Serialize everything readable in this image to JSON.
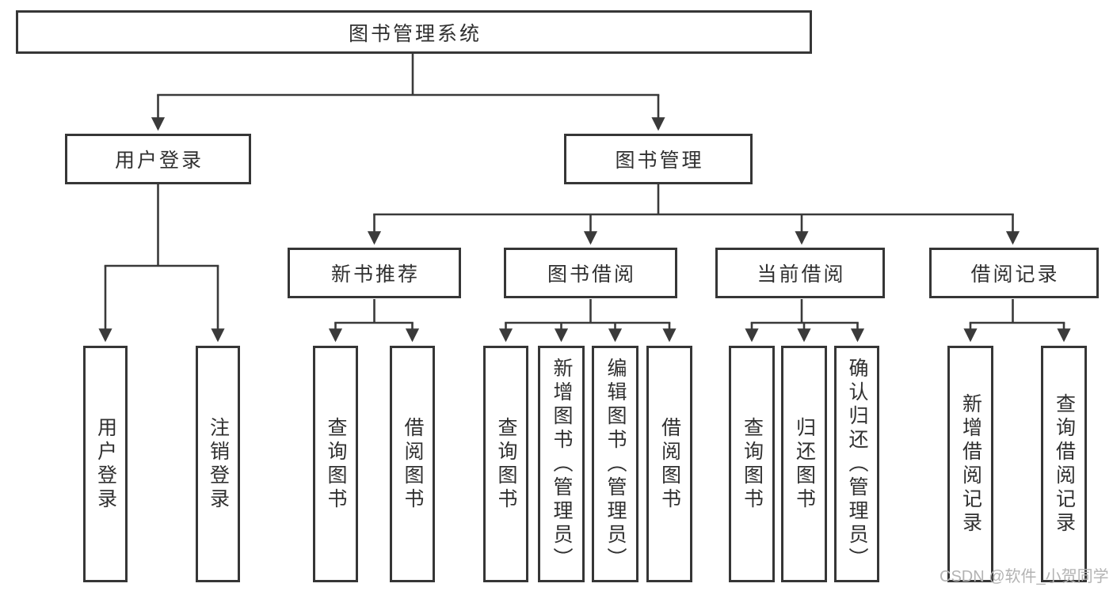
{
  "diagram": {
    "root": {
      "label": "图书管理系统"
    },
    "level1": [
      {
        "id": "user-login",
        "label": "用户登录"
      },
      {
        "id": "book-management",
        "label": "图书管理"
      }
    ],
    "level2": [
      {
        "id": "new-book-recommend",
        "label": "新书推荐",
        "parent": "图书管理"
      },
      {
        "id": "book-borrow",
        "label": "图书借阅",
        "parent": "图书管理"
      },
      {
        "id": "current-borrow",
        "label": "当前借阅",
        "parent": "图书管理"
      },
      {
        "id": "borrow-record",
        "label": "借阅记录",
        "parent": "图书管理"
      }
    ],
    "leaves": [
      {
        "label": "用户登录",
        "parent": "用户登录"
      },
      {
        "label": "注销登录",
        "parent": "用户登录"
      },
      {
        "label": "查询图书",
        "parent": "新书推荐"
      },
      {
        "label": "借阅图书",
        "parent": "新书推荐"
      },
      {
        "label": "查询图书",
        "parent": "图书借阅"
      },
      {
        "label": "新增图书（管理员）",
        "parent": "图书借阅"
      },
      {
        "label": "编辑图书（管理员）",
        "parent": "图书借阅"
      },
      {
        "label": "借阅图书",
        "parent": "图书借阅"
      },
      {
        "label": "查询图书",
        "parent": "当前借阅"
      },
      {
        "label": "归还图书",
        "parent": "当前借阅"
      },
      {
        "label": "确认归还（管理员）",
        "parent": "当前借阅"
      },
      {
        "label": "新增借阅记录",
        "parent": "借阅记录"
      },
      {
        "label": "查询借阅记录",
        "parent": "借阅记录"
      }
    ]
  },
  "watermark": {
    "text": "CSDN @软件_小贺同学"
  },
  "colors": {
    "line": "#3a3a3a",
    "box_border": "#363636",
    "text": "#303030",
    "watermark": "#b3b3b3",
    "background": "#ffffff"
  }
}
